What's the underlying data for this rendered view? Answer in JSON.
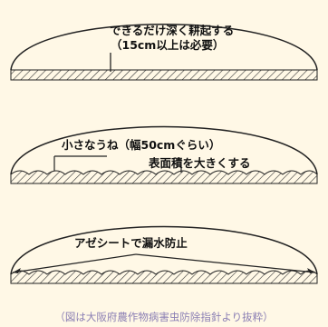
{
  "panels": [
    {
      "label_line1": "できるだけ深く耕起する",
      "label_line2": "（15cm以上は必要）"
    },
    {
      "label_small_ridge": "小さなうね（幅50cmぐらい）",
      "label_surface": "表面積を大きくする"
    },
    {
      "label_sheet": "アゼシートで漏水防止"
    }
  ],
  "caption": "（図は大阪府農作物病害虫防除指針より抜粋）",
  "colors": {
    "background": "#fff8e6",
    "stroke": "#222222",
    "caption": "#8b7fb4"
  }
}
